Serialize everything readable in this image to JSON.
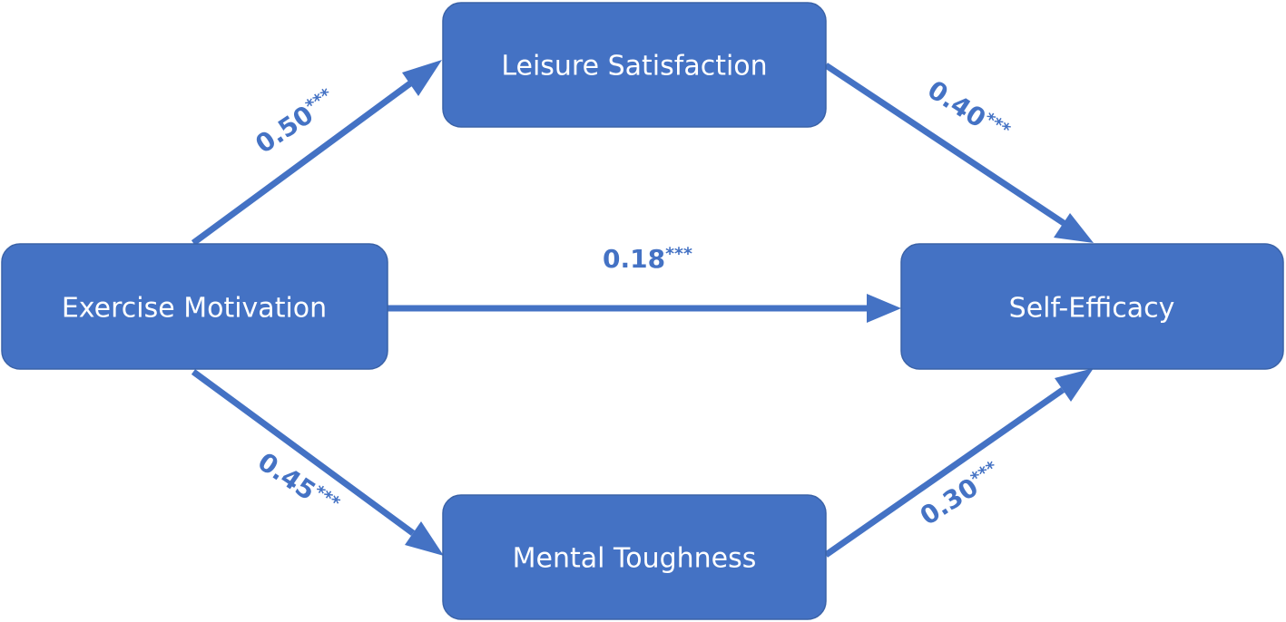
{
  "colors": {
    "node_fill": "#4472C4",
    "arrow": "#4472C4",
    "label_text": "#FFFFFF",
    "background": "#FFFFFF"
  },
  "nodes": {
    "exercise_motivation": "Exercise Motivation",
    "leisure_satisfaction": "Leisure Satisfaction",
    "mental_toughness": "Mental Toughness",
    "self_efficacy": "Self-Efficacy"
  },
  "paths": {
    "motivation_to_leisure": {
      "value": "0.50",
      "sig": "***"
    },
    "leisure_to_efficacy": {
      "value": "0.40",
      "sig": "***"
    },
    "motivation_to_efficacy": {
      "value": "0.18",
      "sig": "***"
    },
    "motivation_to_toughness": {
      "value": "0.45",
      "sig": "***"
    },
    "toughness_to_efficacy": {
      "value": "0.30",
      "sig": "***"
    }
  }
}
